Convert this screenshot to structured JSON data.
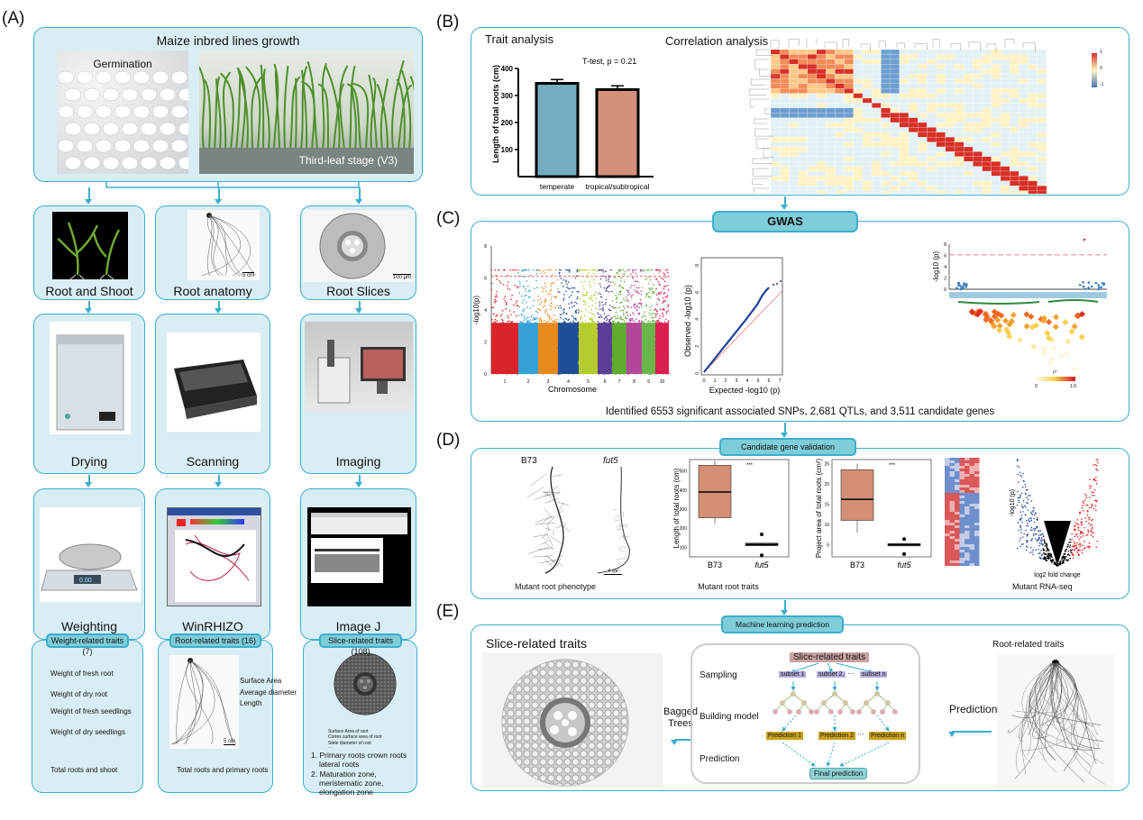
{
  "panel_labels": {
    "a": "(A)",
    "b": "(B)",
    "c": "(C)",
    "d": "(D)",
    "e": "(E)"
  },
  "panel_a": {
    "title": "Maize inbred lines growth",
    "photo_germination": "Germination",
    "photo_v3": "Third-leaf stage (V3)",
    "row1": [
      "Root and Shoot",
      "Root anatomy",
      "Root Slices"
    ],
    "row2": [
      "Drying",
      "Scanning",
      "Imaging"
    ],
    "row3": [
      "Weighting",
      "WinRHIZO",
      "Image J"
    ],
    "scale_5cm": "5 cm",
    "scale_100um": "100 μm",
    "balance_display": "0.00",
    "weight_box": {
      "title": "Weight-related traits (7)",
      "items": [
        "Weight of fresh root",
        "Weight of dry root",
        "Weight of fresh seedlings",
        "Weight of dry seedlings"
      ],
      "footer": "Total roots and shoot"
    },
    "root_box": {
      "title": "Root-related traits (16)",
      "items": [
        "Surface Area",
        "Average diameter",
        "Length"
      ],
      "scale": "5 cm",
      "footer": "Total roots and primary roots"
    },
    "slice_box": {
      "title": "Slice-related traits (108)",
      "small_items": [
        "Surface Area of root",
        "Cortex surface area of root",
        "Stele diameter of root",
        "···"
      ],
      "list": [
        "1. Primary roots crown roots lateral roots",
        "2. Maturation zone, meristematic zone, elongation zone"
      ]
    }
  },
  "panel_b": {
    "trait_title": "Trait analysis",
    "corr_title": "Correlation analysis",
    "corr_legend": [
      "1",
      "0",
      "-1"
    ],
    "bar_chart": {
      "type": "bar",
      "title": "",
      "annotation": "T-test, p = 0.21",
      "ylabel": "Length of total roots (cm)",
      "ylim": [
        0,
        400
      ],
      "yticks": [
        "400",
        "300",
        "200",
        "100"
      ],
      "categories": [
        "temperate",
        "tropical/subtropical"
      ],
      "values": [
        345,
        322
      ],
      "errors": [
        14,
        14
      ],
      "colors": [
        "#74adc0",
        "#d4917a"
      ]
    }
  },
  "panel_c": {
    "tab": "GWAS",
    "manhattan": {
      "type": "scatter",
      "ylabel": "-log10(p)",
      "xlabel": "Chromosome",
      "yticks": [
        "0",
        "2",
        "4",
        "6",
        "8"
      ],
      "categories": [
        "1",
        "2",
        "3",
        "4",
        "5",
        "6",
        "7",
        "8",
        "9",
        "10"
      ],
      "threshold": 6.1,
      "ylim": [
        0,
        8
      ],
      "colors": [
        "#d9242a",
        "#35a1d6",
        "#e8891d",
        "#1f4e96",
        "#b6cc2c",
        "#5a3e93",
        "#5fac2f",
        "#b2479a",
        "#6ab54a",
        "#d91f4f"
      ]
    },
    "qq": {
      "type": "scatter",
      "xlabel": "Expected -log10 (p)",
      "ylabel": "Observed -log10 (p)",
      "xticks": [
        "0",
        "1",
        "2",
        "3",
        "4",
        "5",
        "6",
        "7"
      ],
      "yticks": [
        "0",
        "2",
        "4",
        "6",
        "8"
      ]
    },
    "ld": {
      "ylabel": "-log10 (p)",
      "yticks": [
        "0",
        "2",
        "4",
        "6",
        "8"
      ],
      "legend_title": "r²",
      "legend_min": "0",
      "legend_max": "1.0"
    },
    "summary": "Identified 6553 significant associated SNPs, 2,681 QTLs, and 3,511 candidate genes"
  },
  "panel_d": {
    "tab": "Candidate gene validation",
    "phenotype": {
      "b73": "B73",
      "fut5": "fut5",
      "scale": "6 cm",
      "caption": "Mutant root phenotype"
    },
    "box1": {
      "type": "box",
      "ylabel": "Length of total roots (cm)",
      "yticks": [
        "500",
        "400",
        "300",
        "200",
        "100"
      ],
      "categories": [
        "B73",
        "fut5"
      ],
      "sig": "***",
      "ylim": [
        50,
        560
      ],
      "b73": {
        "min": 225,
        "q1": 255,
        "median": 390,
        "q3": 530,
        "max": 555
      },
      "fut5": {
        "min": 105,
        "q1": 108,
        "median": 115,
        "q3": 122,
        "max": 125,
        "outliers": [
          168,
          58
        ]
      }
    },
    "box2": {
      "type": "box",
      "ylabel": "Project area of total roots (cm²)",
      "yticks": [
        "25",
        "20",
        "15",
        "10",
        "5"
      ],
      "categories": [
        "B73",
        "fut5"
      ],
      "sig": "***",
      "ylim": [
        2,
        26
      ],
      "b73": {
        "min": 8,
        "q1": 11,
        "median": 16.2,
        "q3": 23.5,
        "max": 25
      },
      "fut5": {
        "min": 4.6,
        "q1": 4.7,
        "median": 5,
        "q3": 5.3,
        "max": 5.4,
        "outliers": [
          6.4,
          2.7
        ]
      }
    },
    "traits_caption": "Mutant root traits",
    "volcano_xlabel": "log2 fold change",
    "volcano_ylabel": "-log10 (p)",
    "rnaseq_caption": "Mutant RNA-seq"
  },
  "panel_e": {
    "tab": "Machine learning prediction",
    "slice_title": "Slice-related traits",
    "bagged": "Bagged Trees",
    "steps": [
      "Sampling",
      "Building model",
      "Prediction"
    ],
    "top_node": "Slice-related traits",
    "subsets": [
      "subset 1",
      "subset 2,",
      "subset n"
    ],
    "ellipsis": "···",
    "predictions": [
      "Prediction 1",
      "Prediction 2",
      "Prediction n"
    ],
    "final": "Final prediction",
    "prediction_arrow": "Prediction",
    "root_title": "Root-related traits"
  }
}
